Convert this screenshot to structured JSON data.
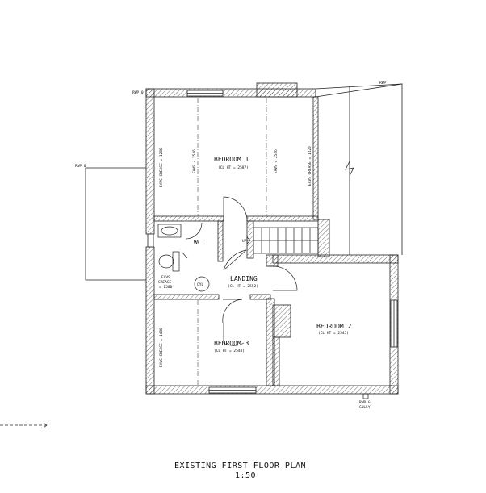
{
  "drawing": {
    "title": "EXISTING FIRST FLOOR PLAN",
    "scale": "1:50"
  },
  "rooms": {
    "bedroom1": {
      "name": "BEDROOM 1",
      "height": "(CL HT = 2587)"
    },
    "bedroom2": {
      "name": "BEDROOM 2",
      "height": "(CL HT = 2545)"
    },
    "bedroom3": {
      "name": "BEDROOM 3",
      "height": "(CL HT = 2548)"
    },
    "landing": {
      "name": "LANDING",
      "height": "(CL HT = 2552)"
    },
    "wc": {
      "name": "WC"
    },
    "cyl": {
      "name": "CYL"
    }
  },
  "annotations": {
    "rwp_top_left": "RWP 0",
    "rwp_top_right": "RWP",
    "rwp_left": "RWP 0",
    "rwp_gully": "RWP &",
    "gully": "GULLY",
    "stair_up": "UP",
    "eaves_wc": "EAVS",
    "crease_wc": "CREASE",
    "crease_wc_val": "= 1500",
    "crease_b1_left": "EAVS CREASE = 1280",
    "crease_b1_mid1": "EAVS = 2546",
    "crease_b1_mid2": "EAVS = 2546",
    "crease_b1_right": "EAVS CREASE = 1420",
    "crease_b3": "EAVS CREASE = 1480"
  }
}
